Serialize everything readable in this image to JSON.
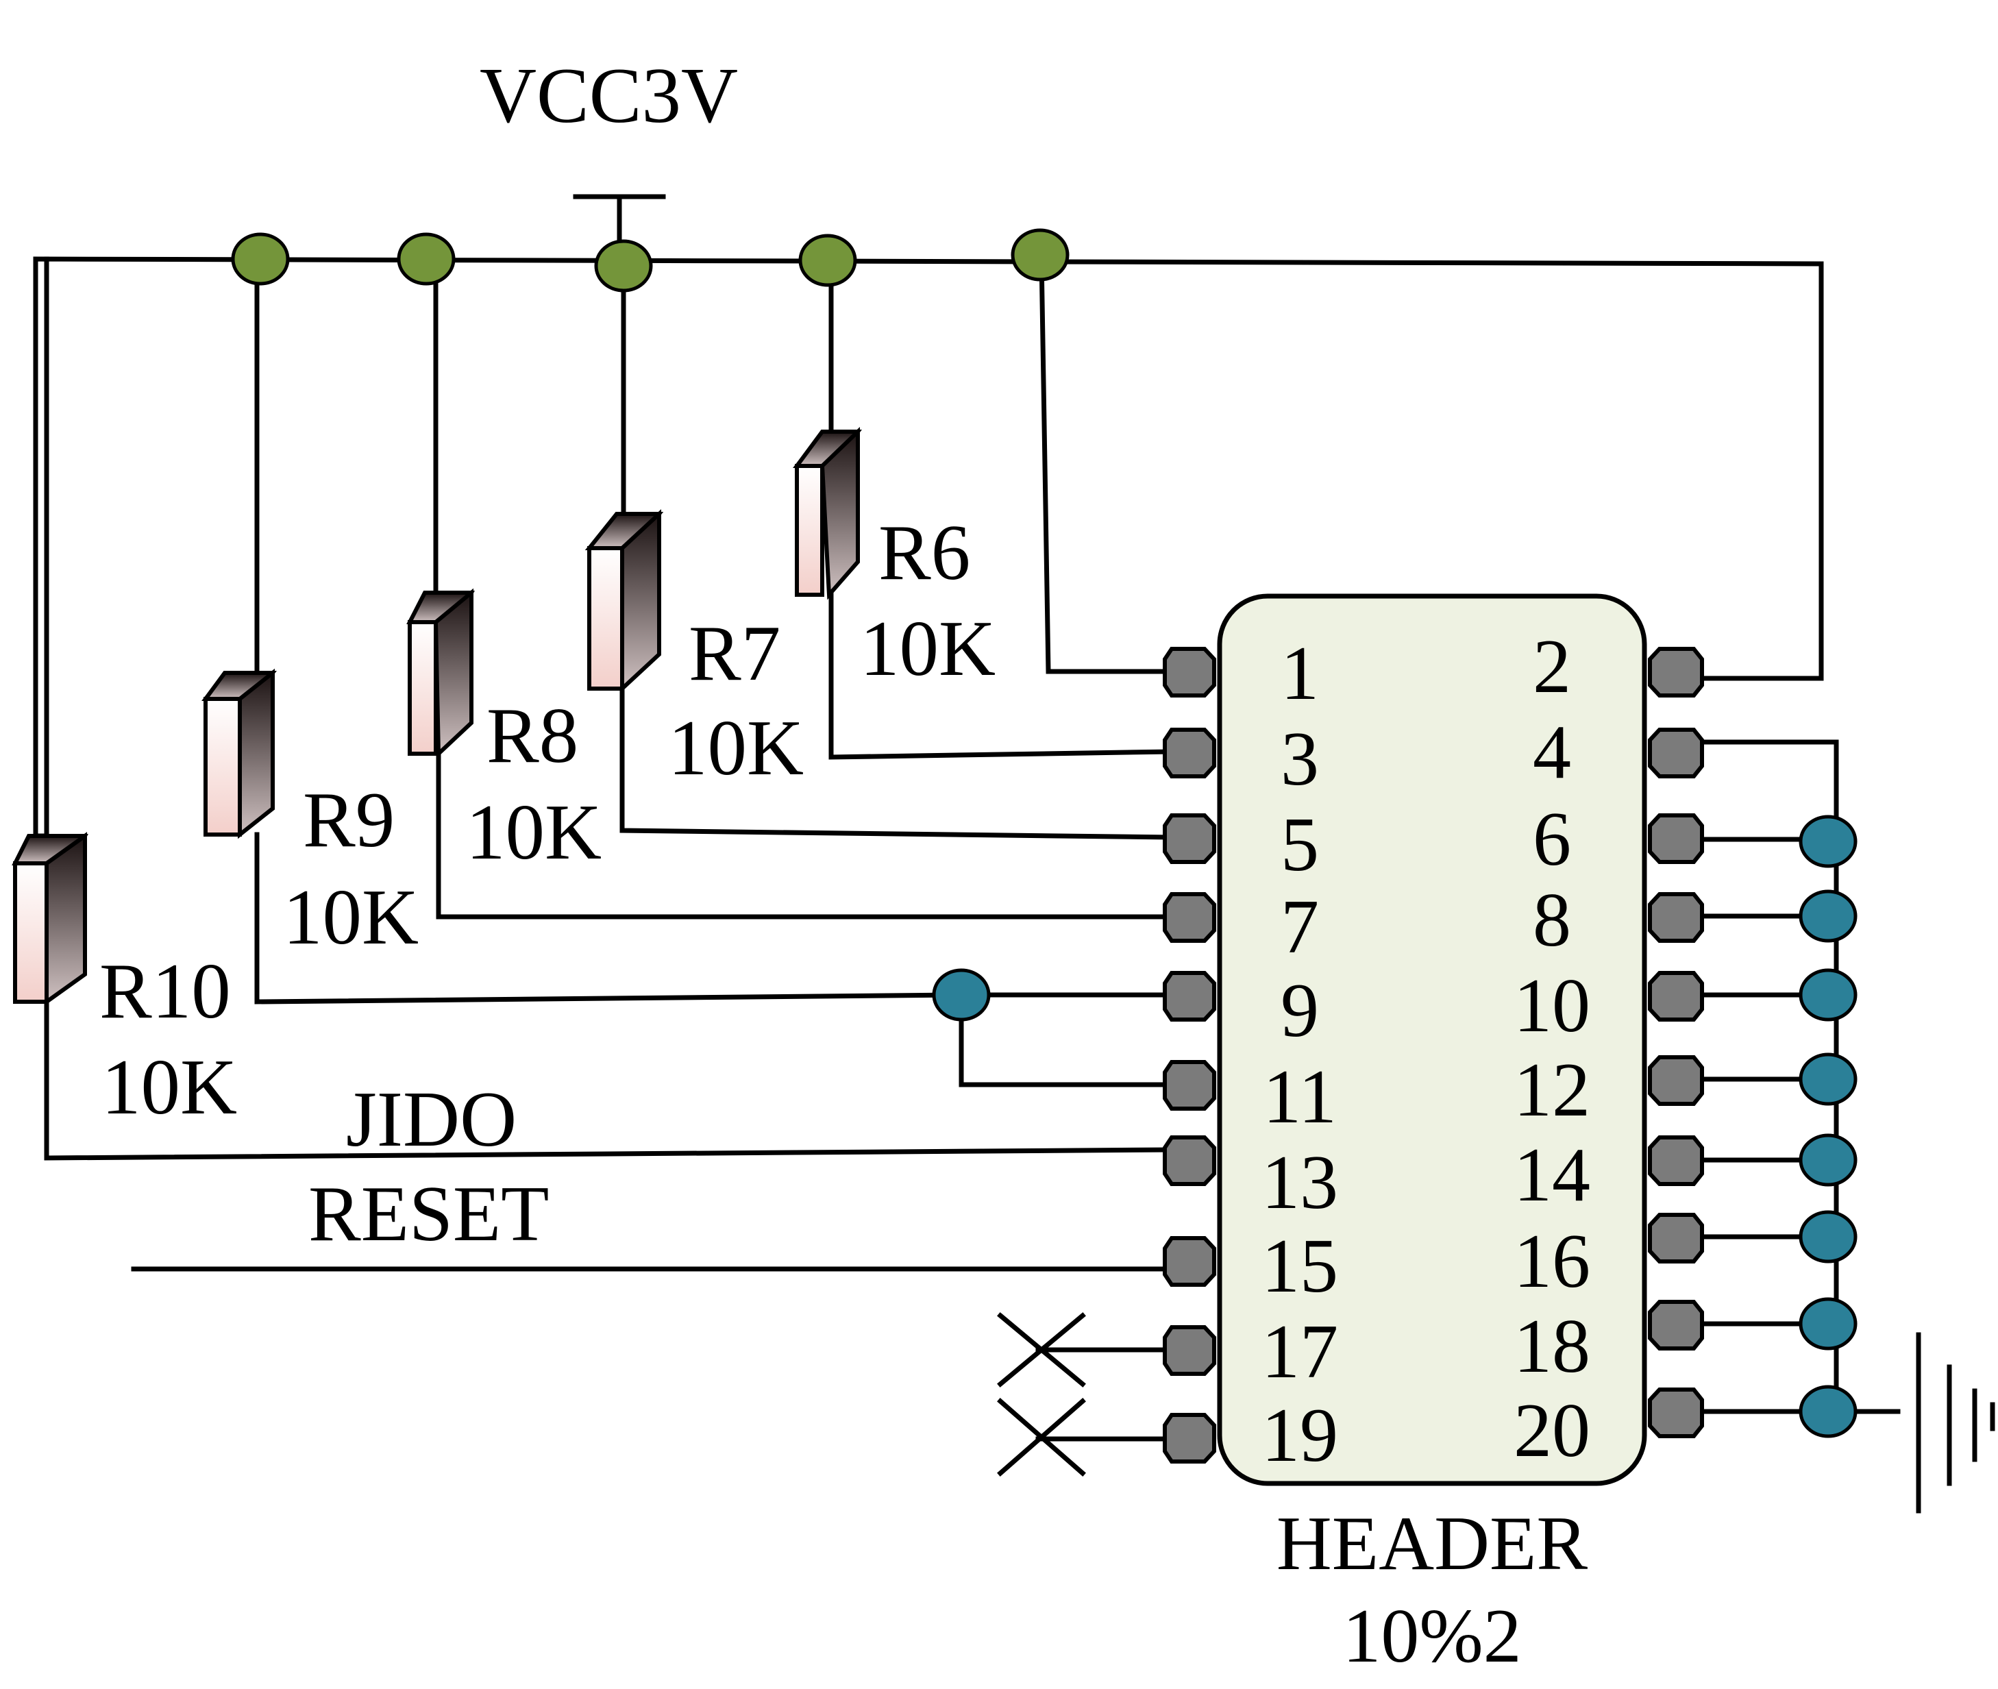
{
  "power": {
    "label": "VCC3V"
  },
  "resistors": [
    {
      "id": "r6",
      "name": "R6",
      "value": "10K"
    },
    {
      "id": "r7",
      "name": "R7",
      "value": "10K"
    },
    {
      "id": "r8",
      "name": "R8",
      "value": "10K"
    },
    {
      "id": "r9",
      "name": "R9",
      "value": "10K"
    },
    {
      "id": "r10",
      "name": "R10",
      "value": "10K"
    }
  ],
  "signals": {
    "jido": "JIDO",
    "reset": "RESET"
  },
  "header": {
    "name": "HEADER",
    "size": "10%2",
    "pins_left": [
      "1",
      "3",
      "5",
      "7",
      "9",
      "11",
      "13",
      "15",
      "17",
      "19"
    ],
    "pins_right": [
      "2",
      "4",
      "6",
      "8",
      "10",
      "12",
      "14",
      "16",
      "18",
      "20"
    ]
  },
  "colors": {
    "vcc_node": "#74953a",
    "net_node": "#2b8098",
    "pin": "#7b7b7b",
    "header_body": "#eef2e2",
    "resistor_front": "#f7dcd8",
    "resistor_side": "#2a1e1e"
  }
}
